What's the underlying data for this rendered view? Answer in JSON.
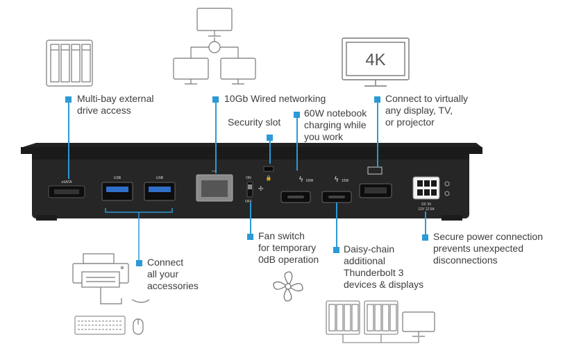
{
  "callouts": {
    "multibay": "Multi-bay external\ndrive access",
    "networking": "10Gb Wired networking",
    "security": "Security slot",
    "charging": "60W notebook\ncharging while\nyou work",
    "display": "Connect to virtually\nany display, TV,\nor projector",
    "accessories": "Connect\nall your\naccessories",
    "fan": "Fan switch\nfor temporary\n0dB operation",
    "daisy": "Daisy-chain\nadditional\nThunderbolt 3\ndevices & displays",
    "power": "Secure power connection\nprevents unexpected\ndisconnections"
  },
  "ports": {
    "esata": "eSATA",
    "usb1": "USB",
    "usb2": "USB",
    "fan_on": "ON",
    "fan_off": "OFF",
    "tb60": "60W",
    "tb15": "15W",
    "dcin": "DC IN",
    "dcin_spec": "12V 12.5A"
  },
  "monitor_text": "4K",
  "accent_color": "#2b9ad6"
}
